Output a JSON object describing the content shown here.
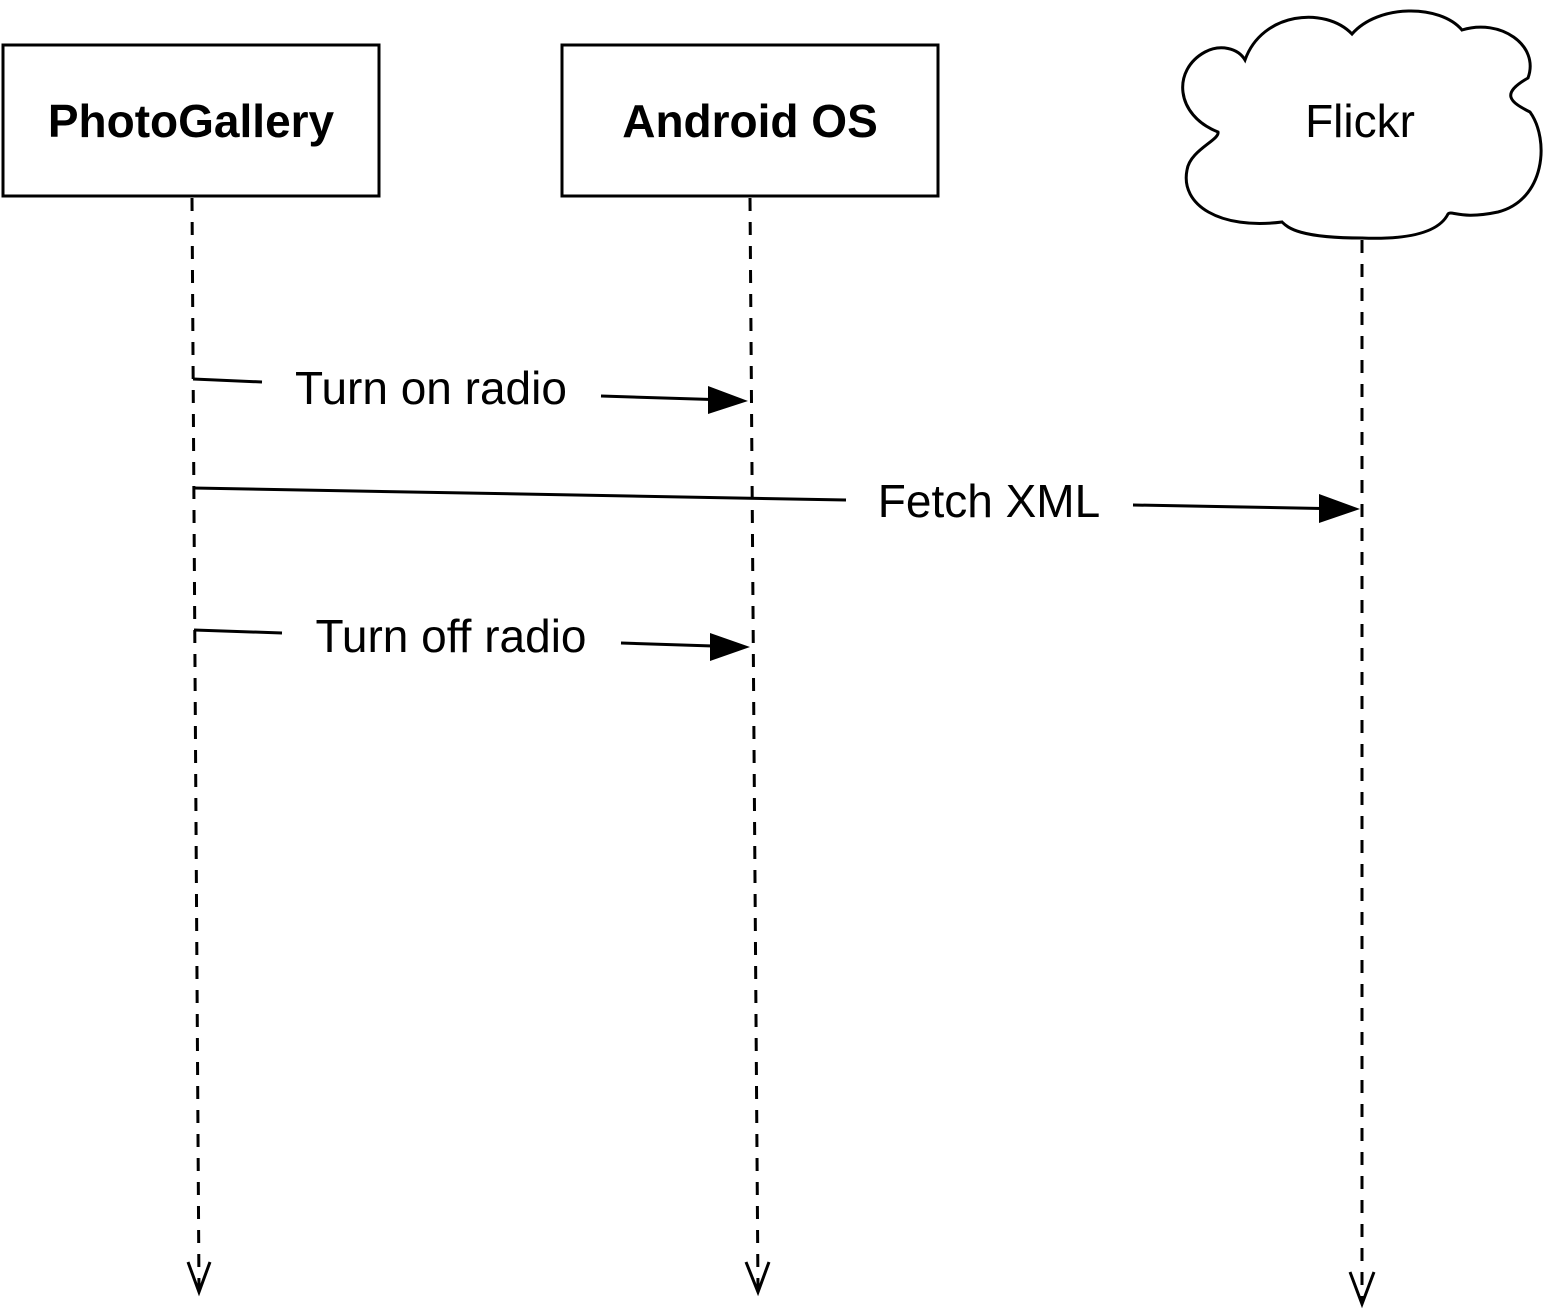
{
  "diagram": {
    "type": "sequence",
    "actors": [
      {
        "id": "photogallery",
        "label": "PhotoGallery",
        "shape": "box",
        "emphasis": "bold"
      },
      {
        "id": "android_os",
        "label": "Android OS",
        "shape": "box",
        "emphasis": "bold"
      },
      {
        "id": "flickr",
        "label": "Flickr",
        "shape": "cloud",
        "emphasis": "normal"
      }
    ],
    "messages": [
      {
        "from": "photogallery",
        "to": "android_os",
        "label": "Turn on radio"
      },
      {
        "from": "photogallery",
        "to": "flickr",
        "label": "Fetch XML"
      },
      {
        "from": "photogallery",
        "to": "android_os",
        "label": "Turn off radio"
      }
    ]
  },
  "colors": {
    "stroke": "#000000",
    "background": "#ffffff"
  }
}
